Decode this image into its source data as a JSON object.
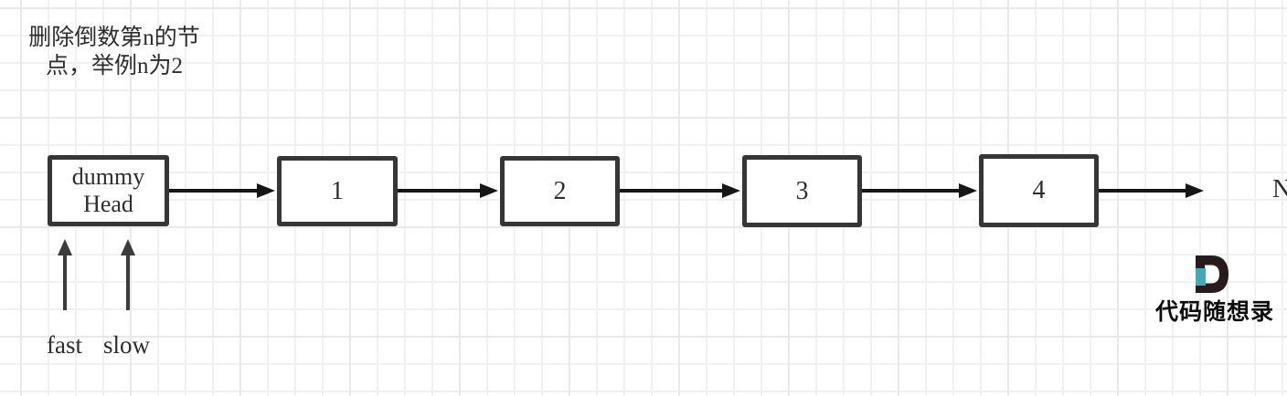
{
  "title": {
    "line1": "删除倒数第n的节",
    "line2": "点，举例n为2"
  },
  "list": {
    "dummy_head": {
      "line1": "dummy",
      "line2": "Head"
    },
    "nodes": [
      "1",
      "2",
      "3",
      "4"
    ],
    "tail_label": "N"
  },
  "pointers": {
    "fast_label": "fast",
    "slow_label": "slow"
  },
  "logo": {
    "brand": "代码随想录"
  },
  "colors": {
    "node_border": "#363636",
    "next_arrow": "#161616",
    "pointer_arrow": "#3c3c3c",
    "logo_dark": "#271b1d",
    "logo_teal": "#45a8b4",
    "text": "#2d2d2d",
    "grid_minor": "#f1f1f4",
    "grid_major": "#e9e9ed"
  }
}
